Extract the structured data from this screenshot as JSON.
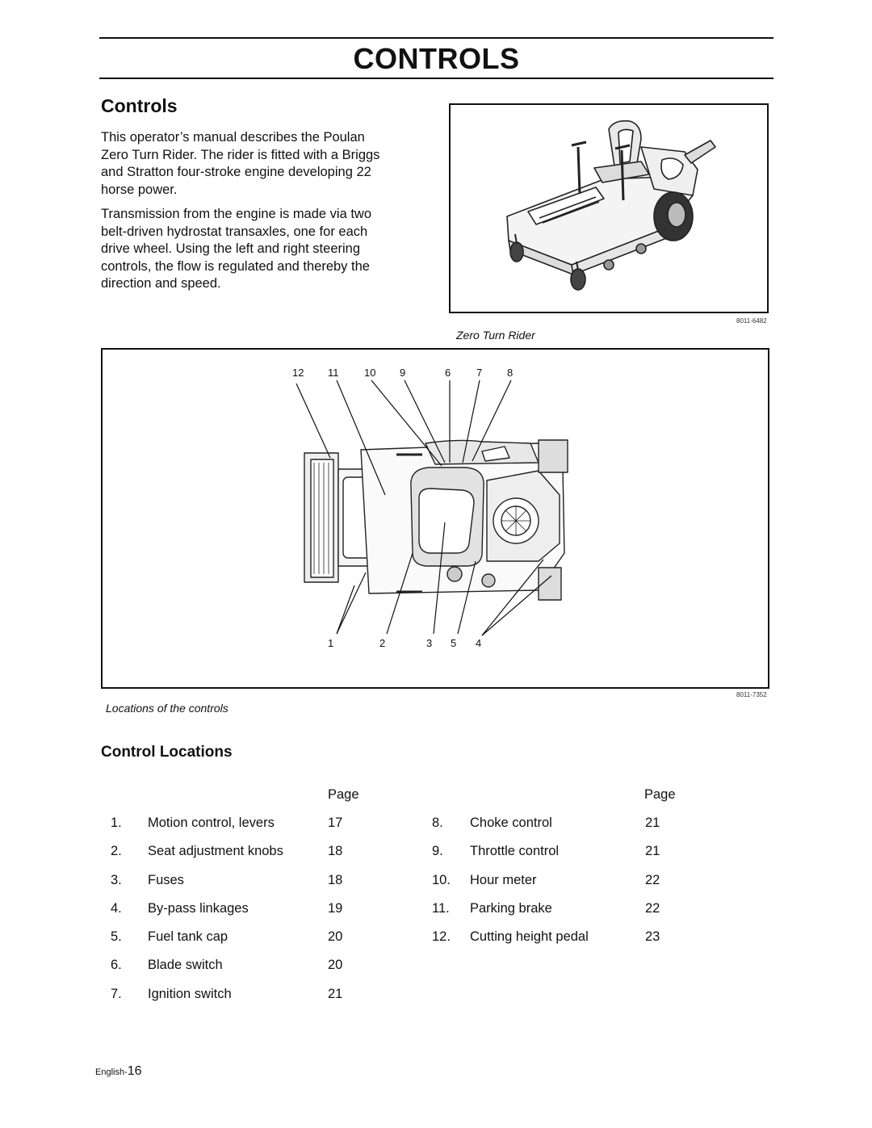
{
  "header": {
    "title": "CONTROLS"
  },
  "section": {
    "title": "Controls",
    "paragraphs": [
      "This operator’s manual describes the Poulan Zero Turn Rider. The rider is fitted with a Briggs and Stratton four-stroke engine developing 22 horse power.",
      "Transmission from the engine is made via two belt-driven hydrostat transaxles, one for each drive wheel. Using the left and right steering controls, the flow is regulated and thereby the direction and speed."
    ]
  },
  "figure1": {
    "code": "8011-6482",
    "caption": "Zero Turn Rider"
  },
  "figure2": {
    "code": "8011-7352",
    "caption": "Locations of the controls",
    "top_labels": [
      "12",
      "11",
      "10",
      "9",
      "6",
      "7",
      "8"
    ],
    "bottom_labels": [
      "1",
      "2",
      "3",
      "5",
      "4"
    ]
  },
  "locations": {
    "title": "Control Locations",
    "page_header": "Page",
    "left": [
      {
        "num": "1.",
        "name": "Motion control, levers",
        "page": "17"
      },
      {
        "num": "2.",
        "name": "Seat adjustment knobs",
        "page": "18"
      },
      {
        "num": "3.",
        "name": "Fuses",
        "page": "18"
      },
      {
        "num": "4.",
        "name": "By-pass linkages",
        "page": "19"
      },
      {
        "num": "5.",
        "name": "Fuel tank cap",
        "page": "20"
      },
      {
        "num": "6.",
        "name": "Blade switch",
        "page": "20"
      },
      {
        "num": "7.",
        "name": "Ignition switch",
        "page": "21"
      }
    ],
    "right": [
      {
        "num": "8.",
        "name": "Choke control",
        "page": "21"
      },
      {
        "num": "9.",
        "name": "Throttle control",
        "page": "21"
      },
      {
        "num": "10.",
        "name": "Hour meter",
        "page": "22"
      },
      {
        "num": "11.",
        "name": "Parking brake",
        "page": "22"
      },
      {
        "num": "12.",
        "name": "Cutting height pedal",
        "page": "23"
      }
    ]
  },
  "footer": {
    "language": "English-",
    "page": "16"
  }
}
